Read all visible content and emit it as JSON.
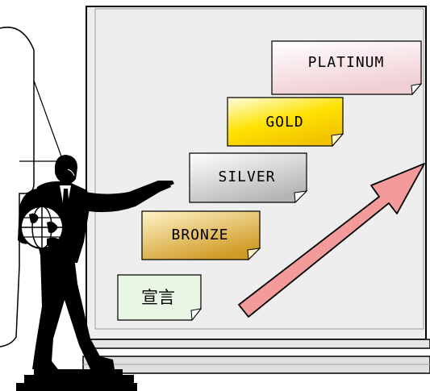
{
  "labels": {
    "platinum": "PLATINUM",
    "gold": "GOLD",
    "silver": "SILVER",
    "bronze": "BRONZE",
    "declaration": "宣言"
  },
  "colors": {
    "board_fill": "#eeeeee",
    "platinum_top": "#ffffff",
    "platinum_bottom": "#f0cfd4",
    "gold_top": "#fffde0",
    "gold_bottom": "#f2c400",
    "silver_top": "#ffffff",
    "silver_bottom": "#b5b5b5",
    "bronze_top": "#fff3c8",
    "bronze_bottom": "#d09b25",
    "declaration_fill": "#e9f6e4",
    "arrow_fill": "#f39a9a",
    "figure": "#000000"
  },
  "icons": {
    "presenter": "businessman-pointing-icon",
    "globe": "globe-icon",
    "arrow": "upward-trend-arrow-icon"
  }
}
